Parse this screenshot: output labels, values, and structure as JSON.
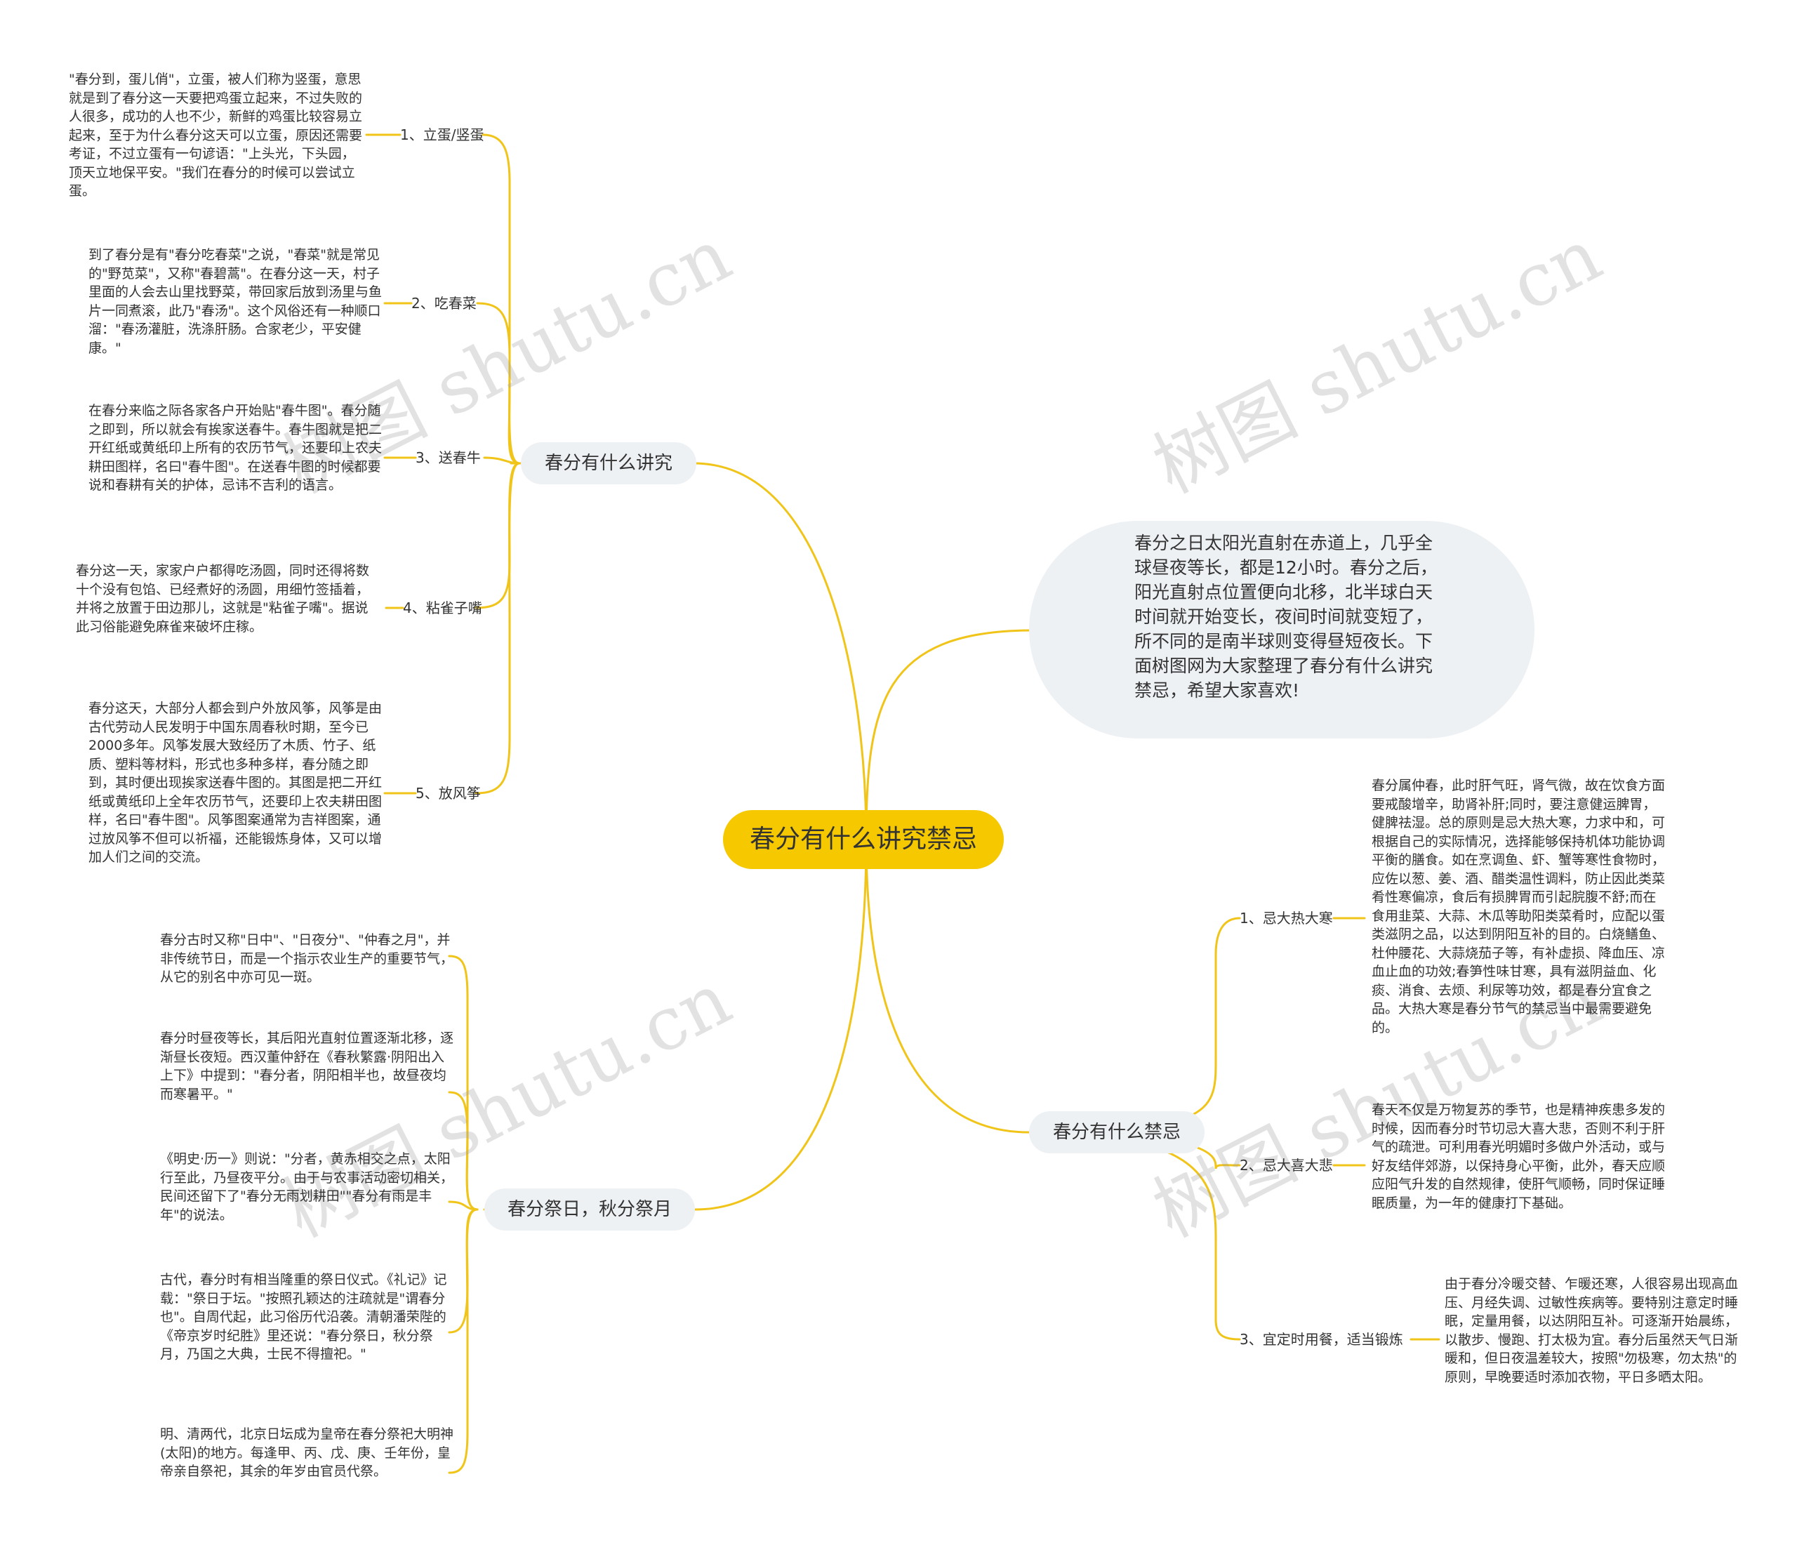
{
  "watermark": "树图 shutu.cn",
  "root": {
    "label": "春分有什么讲究禁忌"
  },
  "colors": {
    "line": "#f0c419",
    "root_fill": "#f5c800",
    "branch_fill": "#eef1f4",
    "text": "#333333"
  },
  "intro": {
    "text": "春分之日太阳光直射在赤道上，几乎全球昼夜等长，都是12小时。春分之后，阳光直射点位置便向北移，北半球白天时间就开始变长，夜间时间就变短了，所不同的是南半球则变得昼短夜长。下面树图网为大家整理了春分有什么讲究禁忌，希望大家喜欢!"
  },
  "branches": {
    "customs": {
      "label": "春分有什么讲究",
      "items": [
        {
          "label": "1、立蛋/竖蛋",
          "text": "\"春分到，蛋儿俏\"，立蛋，被人们称为竖蛋，意思就是到了春分这一天要把鸡蛋立起来，不过失败的人很多，成功的人也不少，新鲜的鸡蛋比较容易立起来，至于为什么春分这天可以立蛋，原因还需要考证，不过立蛋有一句谚语：\"上头光，下头园，顶天立地保平安。\"我们在春分的时候可以尝试立蛋。"
        },
        {
          "label": "2、吃春菜",
          "text": "到了春分是有\"春分吃春菜\"之说，\"春菜\"就是常见的\"野苋菜\"，又称\"春碧蒿\"。在春分这一天，村子里面的人会去山里找野菜，带回家后放到汤里与鱼片一同煮滚，此乃\"春汤\"。这个风俗还有一种顺口溜：\"春汤灌脏，洗涤肝肠。合家老少，平安健康。\""
        },
        {
          "label": "3、送春牛",
          "text": "在春分来临之际各家各户开始贴\"春牛图\"。春分随之即到，所以就会有挨家送春牛。春牛图就是把二开红纸或黄纸印上所有的农历节气，还要印上农夫耕田图样，名曰\"春牛图\"。在送春牛图的时候都要说和春耕有关的护体，忌讳不吉利的语言。"
        },
        {
          "label": "4、粘雀子嘴",
          "text": "春分这一天，家家户户都得吃汤圆，同时还得将数十个没有包馅、已经煮好的汤圆，用细竹签插着，并将之放置于田边那儿，这就是\"粘雀子嘴\"。据说此习俗能避免麻雀来破坏庄稼。"
        },
        {
          "label": "5、放风筝",
          "text": "春分这天，大部分人都会到户外放风筝，风筝是由古代劳动人民发明于中国东周春秋时期，至今已2000多年。风筝发展大致经历了木质、竹子、纸质、塑料等材料，形式也多种多样，春分随之即到，其时便出现挨家送春牛图的。其图是把二开红纸或黄纸印上全年农历节气，还要印上农夫耕田图样，名曰\"春牛图\"。风筝图案通常为吉祥图案，通过放风筝不但可以祈福，还能锻炼身体，又可以增加人们之间的交流。"
        }
      ]
    },
    "festival": {
      "label": "春分祭日，秋分祭月",
      "items": [
        {
          "text": "春分古时又称\"日中\"、\"日夜分\"、\"仲春之月\"，并非传统节日，而是一个指示农业生产的重要节气，从它的别名中亦可见一斑。"
        },
        {
          "text": "春分时昼夜等长，其后阳光直射位置逐渐北移，逐渐昼长夜短。西汉董仲舒在《春秋繁露·阴阳出入上下》中提到：\"春分者，阴阳相半也，故昼夜均而寒暑平。\""
        },
        {
          "text": "《明史·历一》则说：\"分者，黄赤相交之点，太阳行至此，乃昼夜平分。由于与农事活动密切相关，民间还留下了\"春分无雨划耕田\"\"春分有雨是丰年\"的说法。"
        },
        {
          "text": "古代，春分时有相当隆重的祭日仪式。《礼记》记载：\"祭日于坛。\"按照孔颖达的注疏就是\"谓春分也\"。自周代起，此习俗历代沿袭。清朝潘荣陛的《帝京岁时纪胜》里还说：\"春分祭日，秋分祭月，乃国之大典，士民不得擅祀。\""
        },
        {
          "text": "明、清两代，北京日坛成为皇帝在春分祭祀大明神(太阳)的地方。每逢甲、丙、戊、庚、壬年份，皇帝亲自祭祀，其余的年岁由官员代祭。"
        }
      ]
    },
    "taboos": {
      "label": "春分有什么禁忌",
      "items": [
        {
          "label": "1、忌大热大寒",
          "text": "春分属仲春，此时肝气旺，肾气微，故在饮食方面要戒酸增辛，助肾补肝;同时，要注意健运脾胃，健脾祛湿。总的原则是忌大热大寒，力求中和，可根据自己的实际情况，选择能够保持机体功能协调平衡的膳食。如在烹调鱼、虾、蟹等寒性食物时，应佐以葱、姜、酒、醋类温性调料，防止因此类菜肴性寒偏凉，食后有损脾胃而引起脘腹不舒;而在食用韭菜、大蒜、木瓜等助阳类菜肴时，应配以蛋类滋阴之品，以达到阴阳互补的目的。白烧鳝鱼、杜仲腰花、大蒜烧茄子等，有补虚损、降血压、凉血止血的功效;春笋性味甘寒，具有滋阴益血、化痰、消食、去烦、利尿等功效，都是春分宜食之品。大热大寒是春分节气的禁忌当中最需要避免的。"
        },
        {
          "label": "2、忌大喜大悲",
          "text": "春天不仅是万物复苏的季节，也是精神疾患多发的时候，因而春分时节切忌大喜大悲，否则不利于肝气的疏泄。可利用春光明媚时多做户外活动，或与好友结伴郊游，以保持身心平衡，此外，春天应顺应阳气升发的自然规律，使肝气顺畅，同时保证睡眠质量，为一年的健康打下基础。"
        },
        {
          "label": "3、宜定时用餐，适当锻炼",
          "text": "由于春分冷暖交替、乍暖还寒，人很容易出现高血压、月经失调、过敏性疾病等。要特别注意定时睡眠，定量用餐，以达阴阳互补。可逐渐开始晨练，以散步、慢跑、打太极为宜。春分后虽然天气日渐暖和，但日夜温差较大，按照\"勿极寒，勿太热\"的原则，早晚要适时添加衣物，平日多晒太阳。"
        }
      ]
    }
  }
}
